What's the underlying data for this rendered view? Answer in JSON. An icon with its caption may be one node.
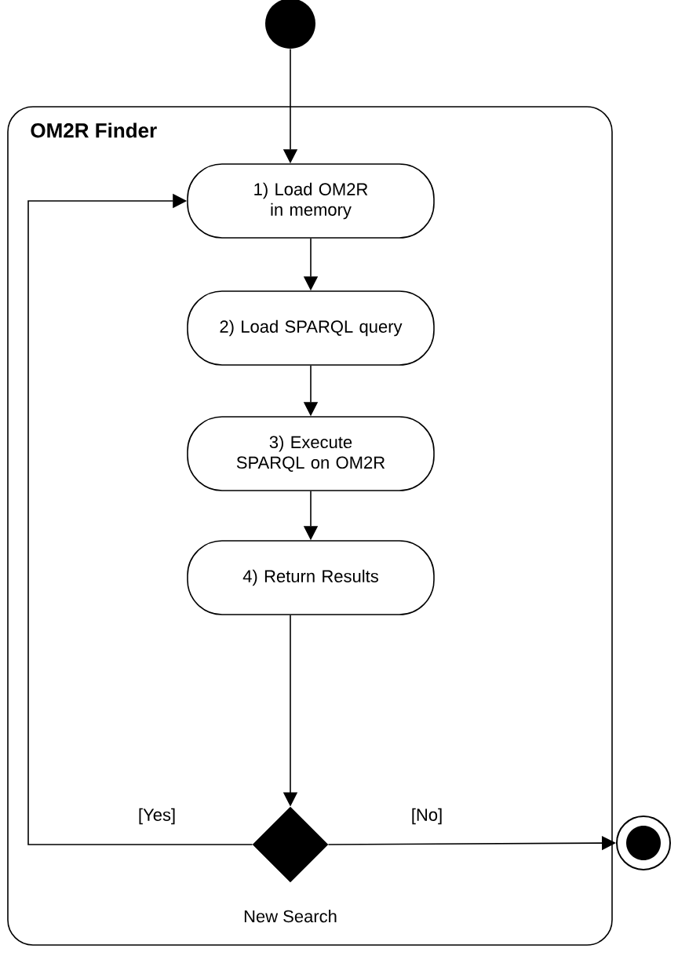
{
  "diagram": {
    "nodes": [
      {
        "text": [],
        "shape": "circle"
      },
      {
        "text": [
          "OM2R Finder"
        ]
      },
      {
        "text": [
          "1) Load OM2R in memory"
        ],
        "in": 1
      },
      {
        "text": [
          "2) Load SPARQL query"
        ],
        "in": 1
      },
      {
        "text": [
          "3) Execute SPARQL on OM2R"
        ],
        "in": 1
      },
      {
        "text": [
          "4) Return Results"
        ],
        "in": 1
      },
      {
        "text": [],
        "shape": "diamond",
        "beside": [
          "New Search"
        ],
        "in": 1
      },
      {
        "text": [],
        "shape": "circle"
      }
    ],
    "edges": [
      {
        "from": 0,
        "to": 2,
        "arrow": "to"
      },
      {
        "from": 2,
        "to": 3,
        "arrow": "to"
      },
      {
        "from": 3,
        "to": 4,
        "arrow": "to"
      },
      {
        "from": 4,
        "to": 5,
        "arrow": "to"
      },
      {
        "from": 5,
        "to": 6,
        "arrow": "to"
      },
      {
        "from": 6,
        "to": 2,
        "arrow": "to",
        "label": "[Yes]"
      },
      {
        "from": 6,
        "to": 7,
        "arrow": "to",
        "label": "[No]"
      }
    ]
  }
}
